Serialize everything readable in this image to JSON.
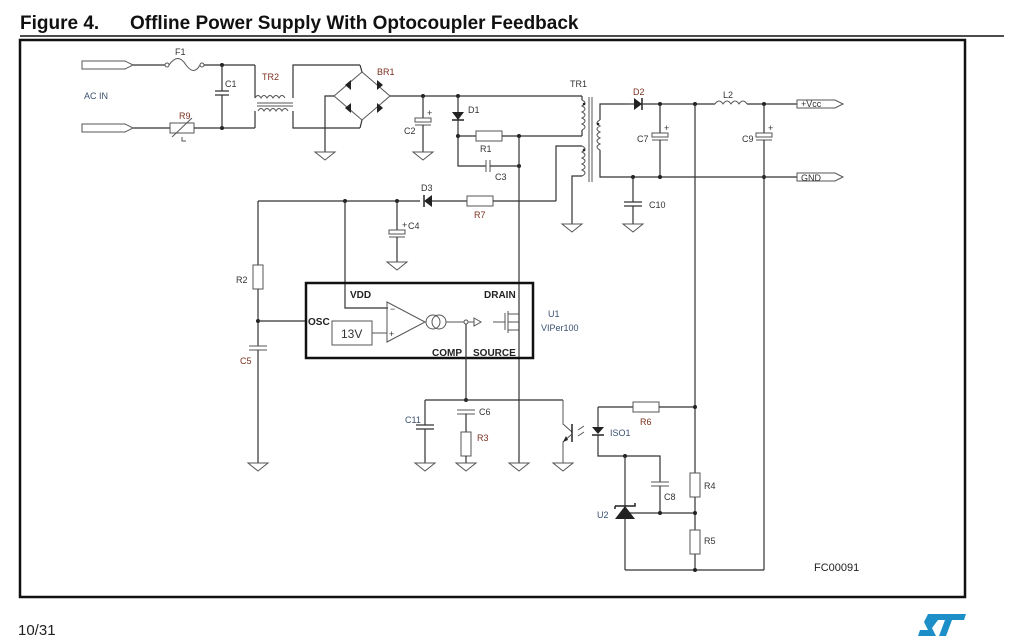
{
  "figure": {
    "number": "Figure 4.",
    "title": "Offline Power Supply With Optocoupler Feedback",
    "id_code": "FC00091"
  },
  "page": {
    "number": "10/31"
  },
  "logo": {
    "name": "ST",
    "color": "#1d8fc8"
  },
  "colors": {
    "wire": "#333333",
    "frame": "#111111",
    "label": "#333333"
  },
  "labels": {
    "ac_in": "AC IN",
    "vcc": "+Vcc",
    "gnd": "GND",
    "ic_name": "U1",
    "ic_part": "VIPer100",
    "pin_vdd": "VDD",
    "pin_drain": "DRAIN",
    "pin_osc": "OSC",
    "pin_comp": "COMP",
    "pin_source": "SOURCE",
    "ref_voltage": "13V"
  },
  "components": {
    "F1": "F1",
    "C1": "C1",
    "TR2": "TR2",
    "BR1": "BR1",
    "R9": "R9",
    "C2": "C2",
    "D1": "D1",
    "R1": "R1",
    "C3": "C3",
    "TR1": "TR1",
    "D2": "D2",
    "C7": "C7",
    "L2": "L2",
    "C9": "C9",
    "C10": "C10",
    "D3": "D3",
    "R7": "R7",
    "C4": "C4",
    "R2": "R2",
    "C5": "C5",
    "C11": "C11",
    "C6": "C6",
    "R3": "R3",
    "R6": "R6",
    "ISO1": "ISO1",
    "C8": "C8",
    "R4": "R4",
    "U2": "U2",
    "R5": "R5"
  }
}
